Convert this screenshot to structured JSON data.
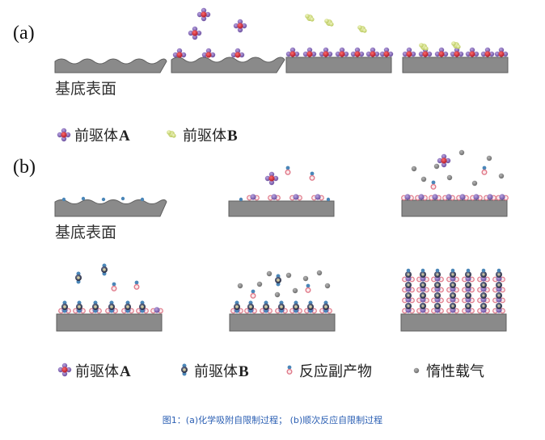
{
  "panel_a": {
    "label": "(a)",
    "substrate_label": "基底表面",
    "legend": [
      {
        "text": "前驱体",
        "letter": "A"
      },
      {
        "text": "前驱体",
        "letter": "B"
      }
    ]
  },
  "panel_b": {
    "label": "(b)",
    "substrate_label": "基底表面",
    "legend": [
      {
        "text": "前驱体",
        "letter": "A"
      },
      {
        "text": "前驱体",
        "letter": "B"
      },
      {
        "text": "反应副产物",
        "letter": ""
      },
      {
        "text": "惰性载气",
        "letter": ""
      }
    ]
  },
  "caption": "图1：(a)化学吸附自限制过程； (b)顺次反应自限制过程",
  "colors": {
    "substrate": "#8a8a8a",
    "precursor_a_core": "#cc2a3a",
    "precursor_a_arm": "#7e64b0",
    "precursor_b": "#d4e08a",
    "byproduct_blue": "#4a86b8",
    "byproduct_pink": "#e79aa6",
    "inert_gas": "#8d8d8d",
    "dark_atom": "#3a3f5c",
    "caption": "#2b5fb3"
  }
}
